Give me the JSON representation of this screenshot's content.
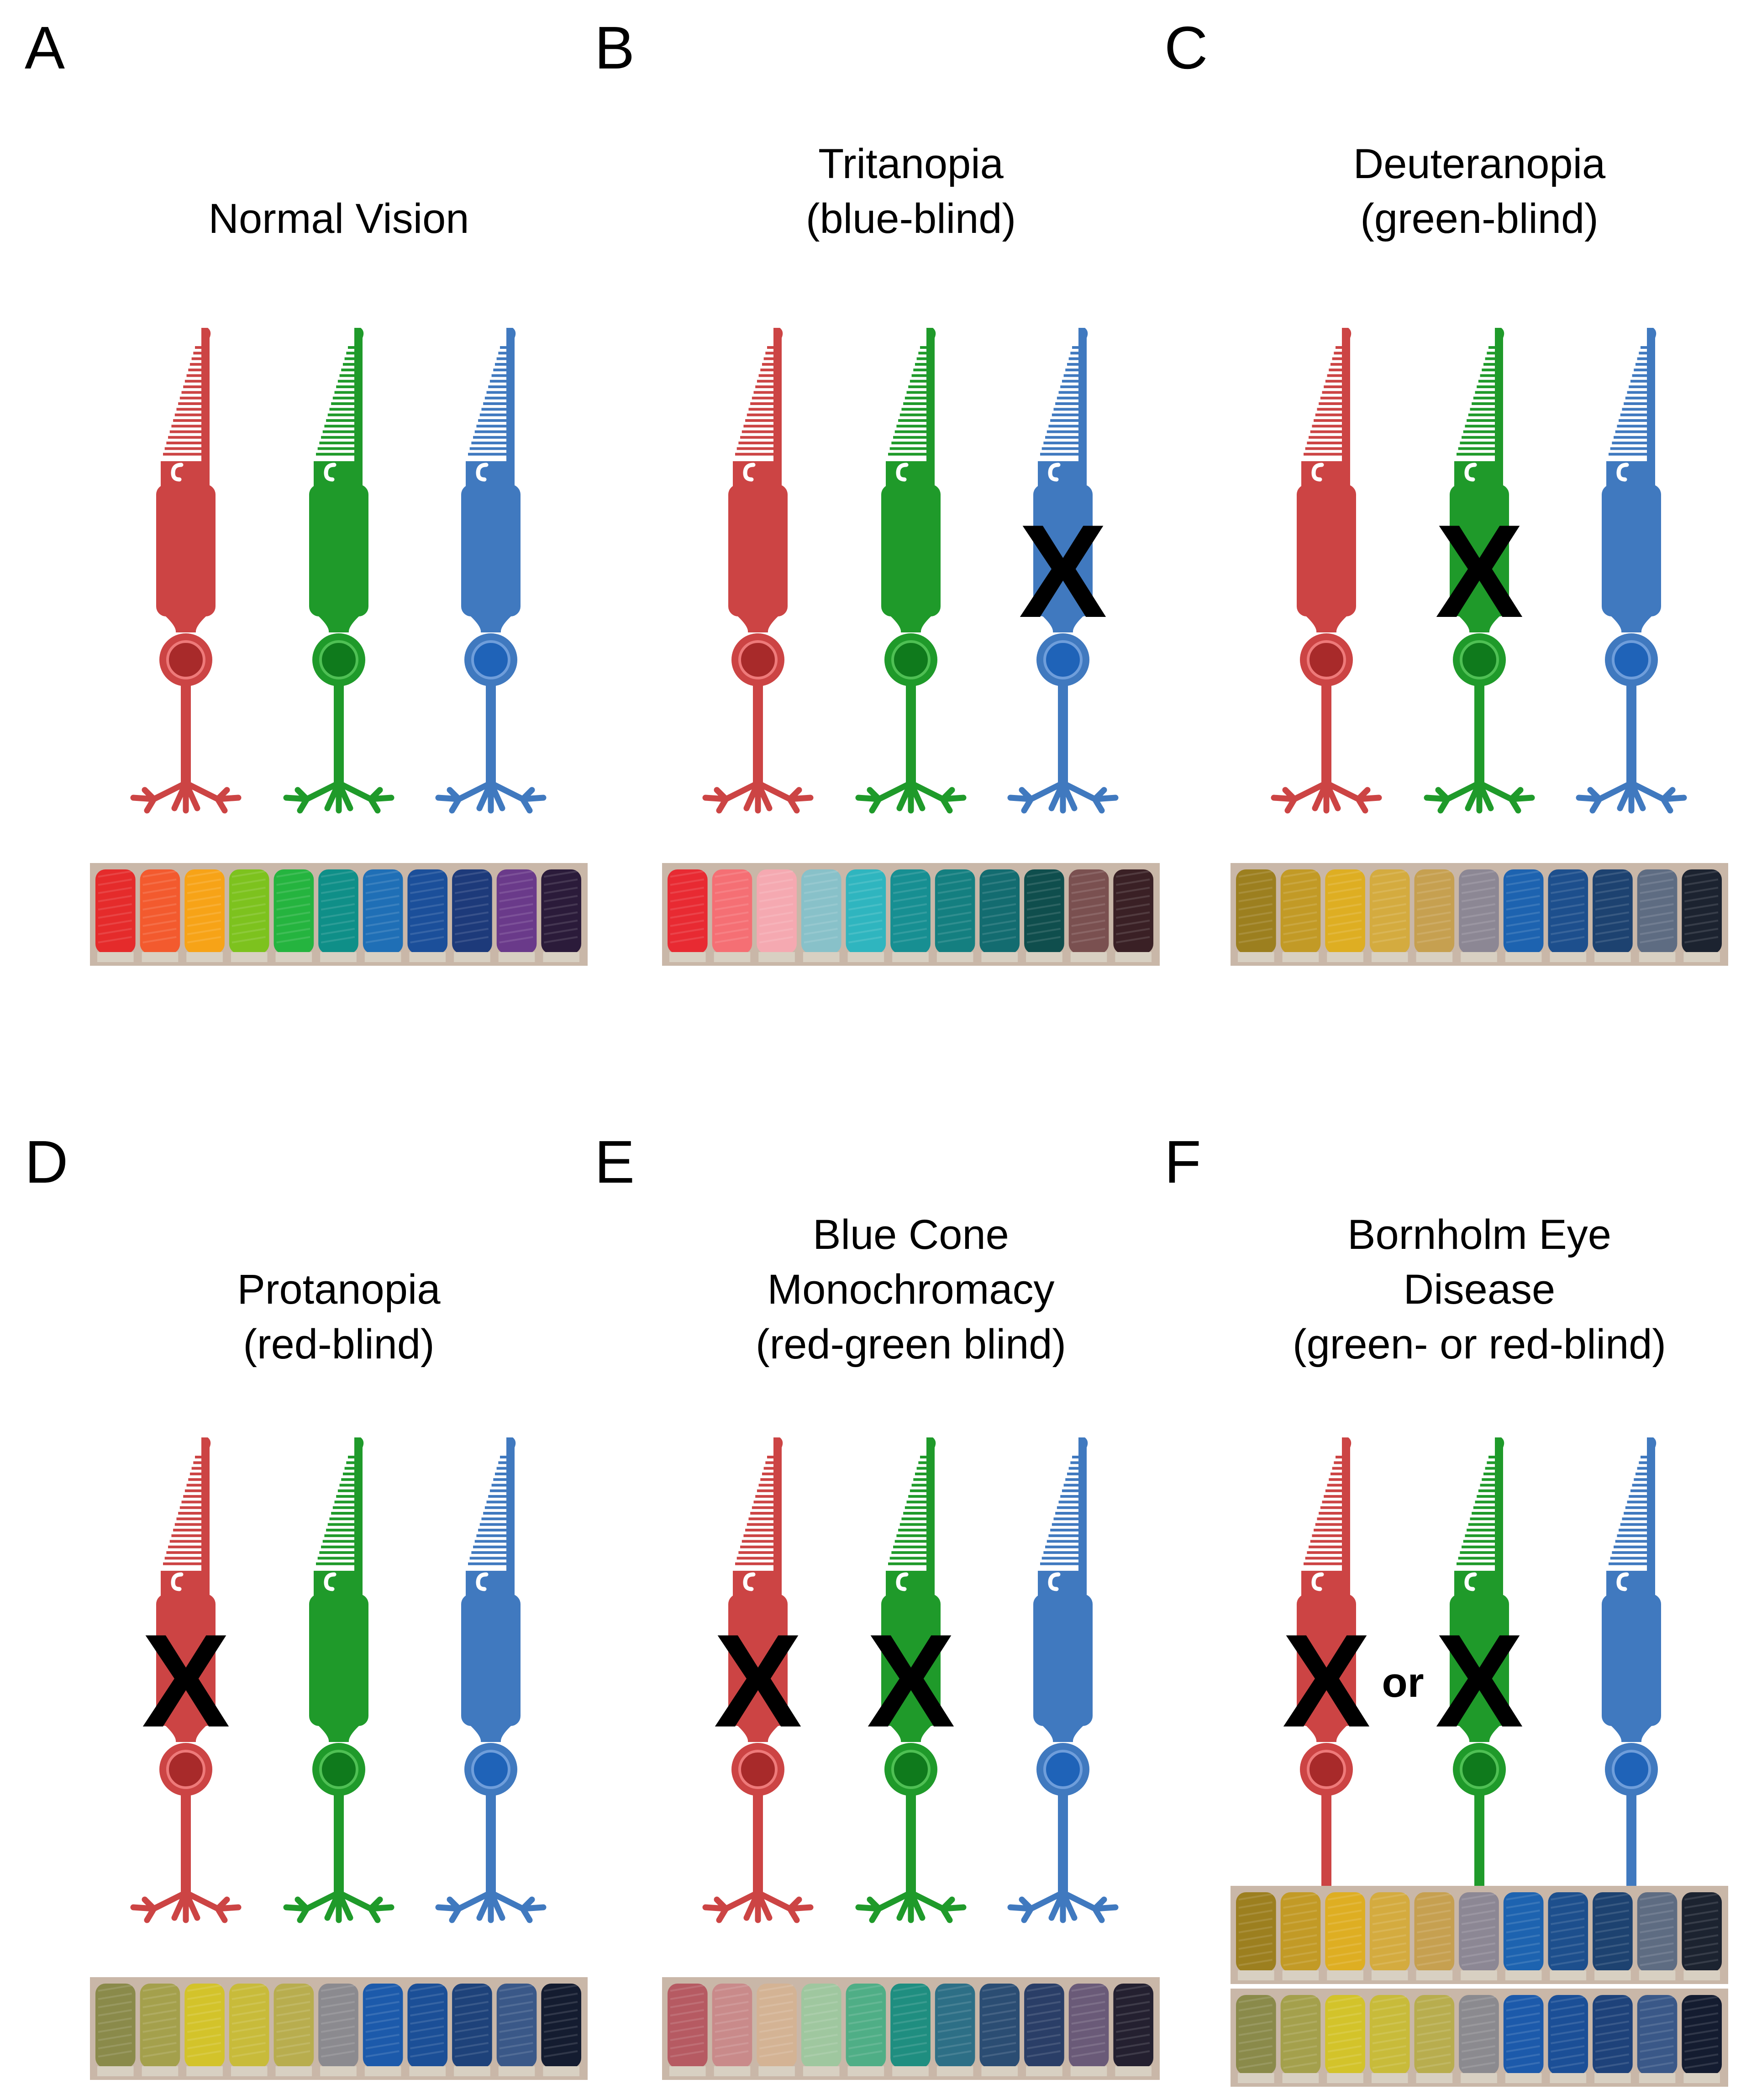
{
  "colors": {
    "red": "#cc4444",
    "red_nucleus": "#a82a2a",
    "red_nucleus_border": "#ee7a7a",
    "green": "#1f9a2a",
    "green_nucleus": "#0f7a1c",
    "green_nucleus_border": "#4fc054",
    "blue": "#4079bf",
    "blue_nucleus": "#1f63b8",
    "blue_nucleus_border": "#6f9edb"
  },
  "panels": [
    {
      "letter": "A",
      "title": [
        "Normal Vision"
      ],
      "knocked_out": [],
      "or_label": "",
      "palettes": [
        [
          "#e52b2b",
          "#f35a2e",
          "#f7a317",
          "#7dc21e",
          "#25b43f",
          "#0f8f88",
          "#1f6fb6",
          "#1b4f9a",
          "#1d3a7a",
          "#6a3a8a",
          "#2b1b3a"
        ]
      ]
    },
    {
      "letter": "B",
      "title": [
        "Tritanopia",
        "(blue-blind)"
      ],
      "knocked_out": [
        "blue"
      ],
      "or_label": "",
      "palettes": [
        [
          "#e82a32",
          "#f56f74",
          "#f5a9b1",
          "#88c1c9",
          "#2fb5bf",
          "#178f92",
          "#147f80",
          "#136c70",
          "#0f4e4d",
          "#7a5050",
          "#3a2025"
        ]
      ]
    },
    {
      "letter": "C",
      "title": [
        "Deuteranopia",
        "(green-blind)"
      ],
      "knocked_out": [
        "green"
      ],
      "or_label": "",
      "palettes": [
        [
          "#9c7f1f",
          "#c29a26",
          "#deae22",
          "#d4ab3f",
          "#c6a050",
          "#8c8794",
          "#1d63b0",
          "#1d4f8d",
          "#1d4270",
          "#5e6c82",
          "#1c2330"
        ]
      ]
    },
    {
      "letter": "D",
      "title": [
        "Protanopia",
        "(red-blind)"
      ],
      "knocked_out": [
        "red"
      ],
      "or_label": "",
      "palettes": [
        [
          "#8a8a4a",
          "#a4a04c",
          "#d3c32a",
          "#c8bb3a",
          "#b8ad4e",
          "#8b8a8f",
          "#1c5aab",
          "#1b4f97",
          "#1e427a",
          "#3a5888",
          "#141c30"
        ]
      ]
    },
    {
      "letter": "E",
      "title": [
        "Blue Cone",
        "Monochromacy",
        "(red-green blind)"
      ],
      "knocked_out": [
        "red",
        "green"
      ],
      "or_label": "",
      "palettes": [
        [
          "#b65a62",
          "#c98a8a",
          "#d4b394",
          "#9fc79f",
          "#4fae86",
          "#1f8e80",
          "#2d6f86",
          "#2b4d73",
          "#2a3e67",
          "#6a5a78",
          "#242030"
        ]
      ]
    },
    {
      "letter": "F",
      "title": [
        "Bornholm Eye",
        "Disease",
        "(green- or red-blind)"
      ],
      "knocked_out": [
        "red",
        "green"
      ],
      "or_label": "or",
      "palettes": [
        [
          "#9c7f1f",
          "#c29a26",
          "#deae22",
          "#d4ab3f",
          "#c6a050",
          "#8c8794",
          "#1d63b0",
          "#1d4f8d",
          "#1d4270",
          "#5e6c82",
          "#1c2330"
        ],
        [
          "#8a8a4a",
          "#a4a04c",
          "#d3c32a",
          "#c8bb3a",
          "#b8ad4e",
          "#8b8a8f",
          "#1c5aab",
          "#1b4f97",
          "#1e427a",
          "#3a5888",
          "#141c30"
        ]
      ]
    }
  ]
}
